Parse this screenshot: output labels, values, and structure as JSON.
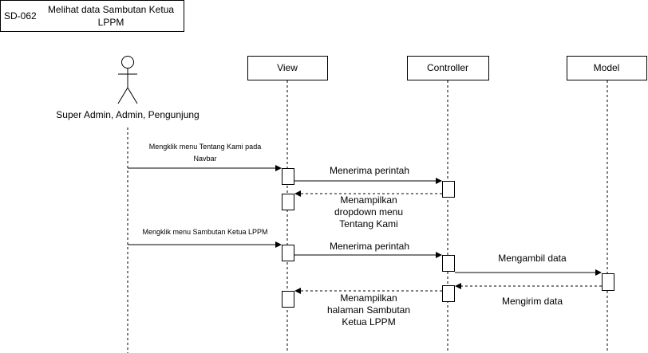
{
  "frame": {
    "id": "SD-062",
    "title_line1": "Melihat data Sambutan Ketua",
    "title_line2": "LPPM"
  },
  "actor": {
    "label": "Super Admin, Admin, Pengunjung"
  },
  "lifelines": {
    "view": "View",
    "controller": "Controller",
    "model": "Model"
  },
  "messages": [
    {
      "lines": [
        "Mengklik menu Tentang Kami pada",
        "Navbar"
      ]
    },
    {
      "lines": [
        "Menerima perintah"
      ]
    },
    {
      "lines": [
        "Menampilkan",
        "dropdown menu",
        "Tentang Kami"
      ]
    },
    {
      "lines": [
        "Mengklik menu Sambutan Ketua LPPM"
      ]
    },
    {
      "lines": [
        "Menerima perintah"
      ]
    },
    {
      "lines": [
        "Mengambil data"
      ]
    },
    {
      "lines": [
        "Mengirim data"
      ]
    },
    {
      "lines": [
        "Menampilkan",
        "halaman Sambutan",
        "Ketua LPPM"
      ]
    }
  ]
}
